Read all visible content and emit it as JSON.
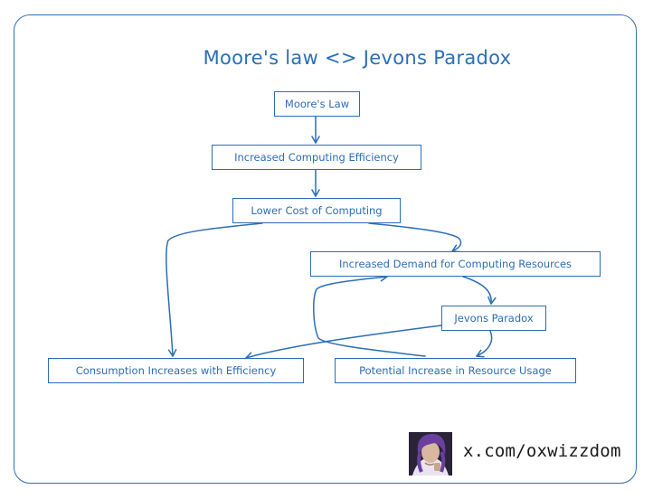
{
  "diagram": {
    "title": "Moore's law <> Jevons Paradox",
    "nodes": {
      "moores_law": "Moore's Law",
      "increased_efficiency": "Increased Computing Efficiency",
      "lower_cost": "Lower Cost of Computing",
      "increased_demand": "Increased Demand for Computing Resources",
      "jevons_paradox": "Jevons Paradox",
      "consumption_increases": "Consumption Increases with Efficiency",
      "potential_increase": "Potential Increase in Resource Usage"
    },
    "edges": [
      {
        "from": "moores_law",
        "to": "increased_efficiency"
      },
      {
        "from": "increased_efficiency",
        "to": "lower_cost"
      },
      {
        "from": "lower_cost",
        "to": "consumption_increases"
      },
      {
        "from": "lower_cost",
        "to": "increased_demand"
      },
      {
        "from": "increased_demand",
        "to": "jevons_paradox"
      },
      {
        "from": "jevons_paradox",
        "to": "consumption_increases"
      },
      {
        "from": "jevons_paradox",
        "to": "potential_increase"
      },
      {
        "from": "potential_increase",
        "to": "increased_demand"
      }
    ],
    "colors": {
      "stroke": "#2c6db5",
      "text": "#2c6db5",
      "background": "#ffffff"
    }
  },
  "footer": {
    "avatar_icon": "profile-avatar",
    "handle": "x.com/oxwizzdom"
  }
}
